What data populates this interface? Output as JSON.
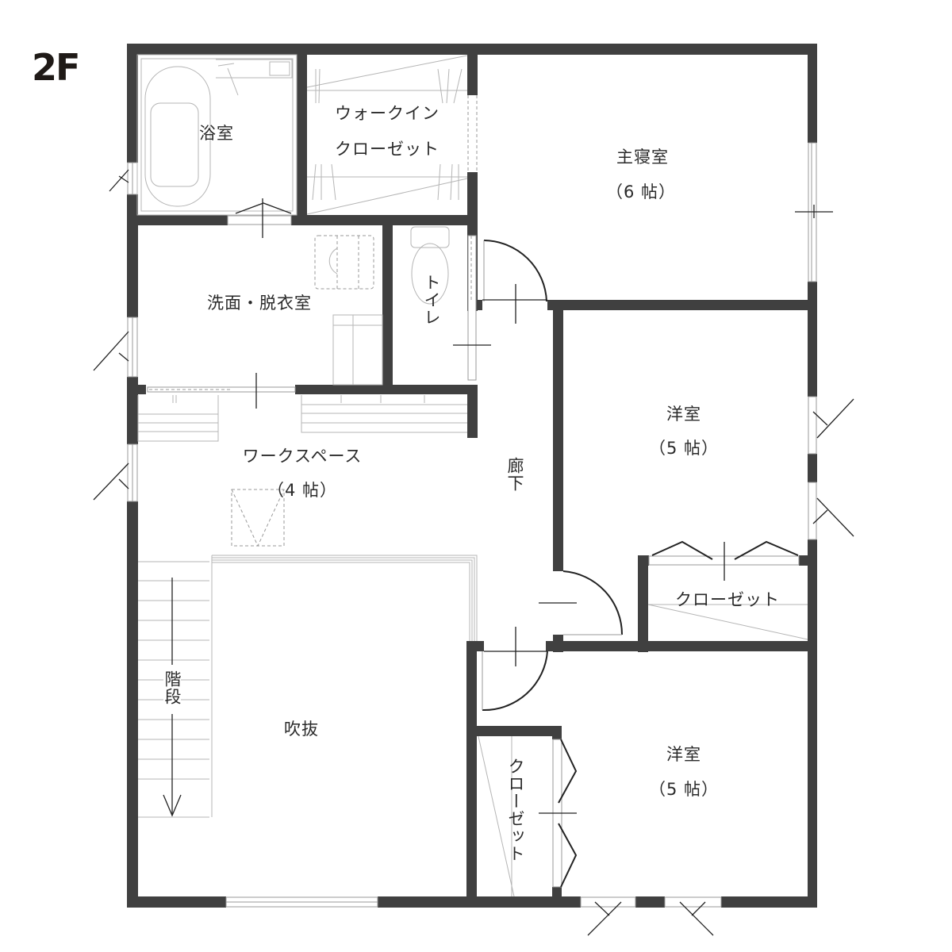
{
  "floor": {
    "label": "2F"
  },
  "colors": {
    "wall": "#404040",
    "fixture": "#b5b5b5",
    "text": "#2a2a2a",
    "background": "#ffffff"
  },
  "rooms": {
    "bathroom": {
      "name": "浴室"
    },
    "walk_in_closet": {
      "name_line1": "ウォークイン",
      "name_line2": "クローゼット"
    },
    "master_bedroom": {
      "name": "主寝室",
      "size": "（6 帖）"
    },
    "washroom": {
      "name": "洗面・脱衣室"
    },
    "toilet": {
      "name": "トイレ"
    },
    "workspace": {
      "name": "ワークスペース",
      "size": "（4 帖）"
    },
    "corridor": {
      "name": "廊下"
    },
    "western_room_1": {
      "name": "洋室",
      "size": "（5 帖）"
    },
    "closet_1": {
      "name": "クローゼット"
    },
    "stairs": {
      "name": "階段"
    },
    "atrium": {
      "name": "吹抜"
    },
    "western_room_2": {
      "name": "洋室",
      "size": "（5 帖）"
    },
    "closet_2": {
      "name": "クローゼット"
    }
  }
}
